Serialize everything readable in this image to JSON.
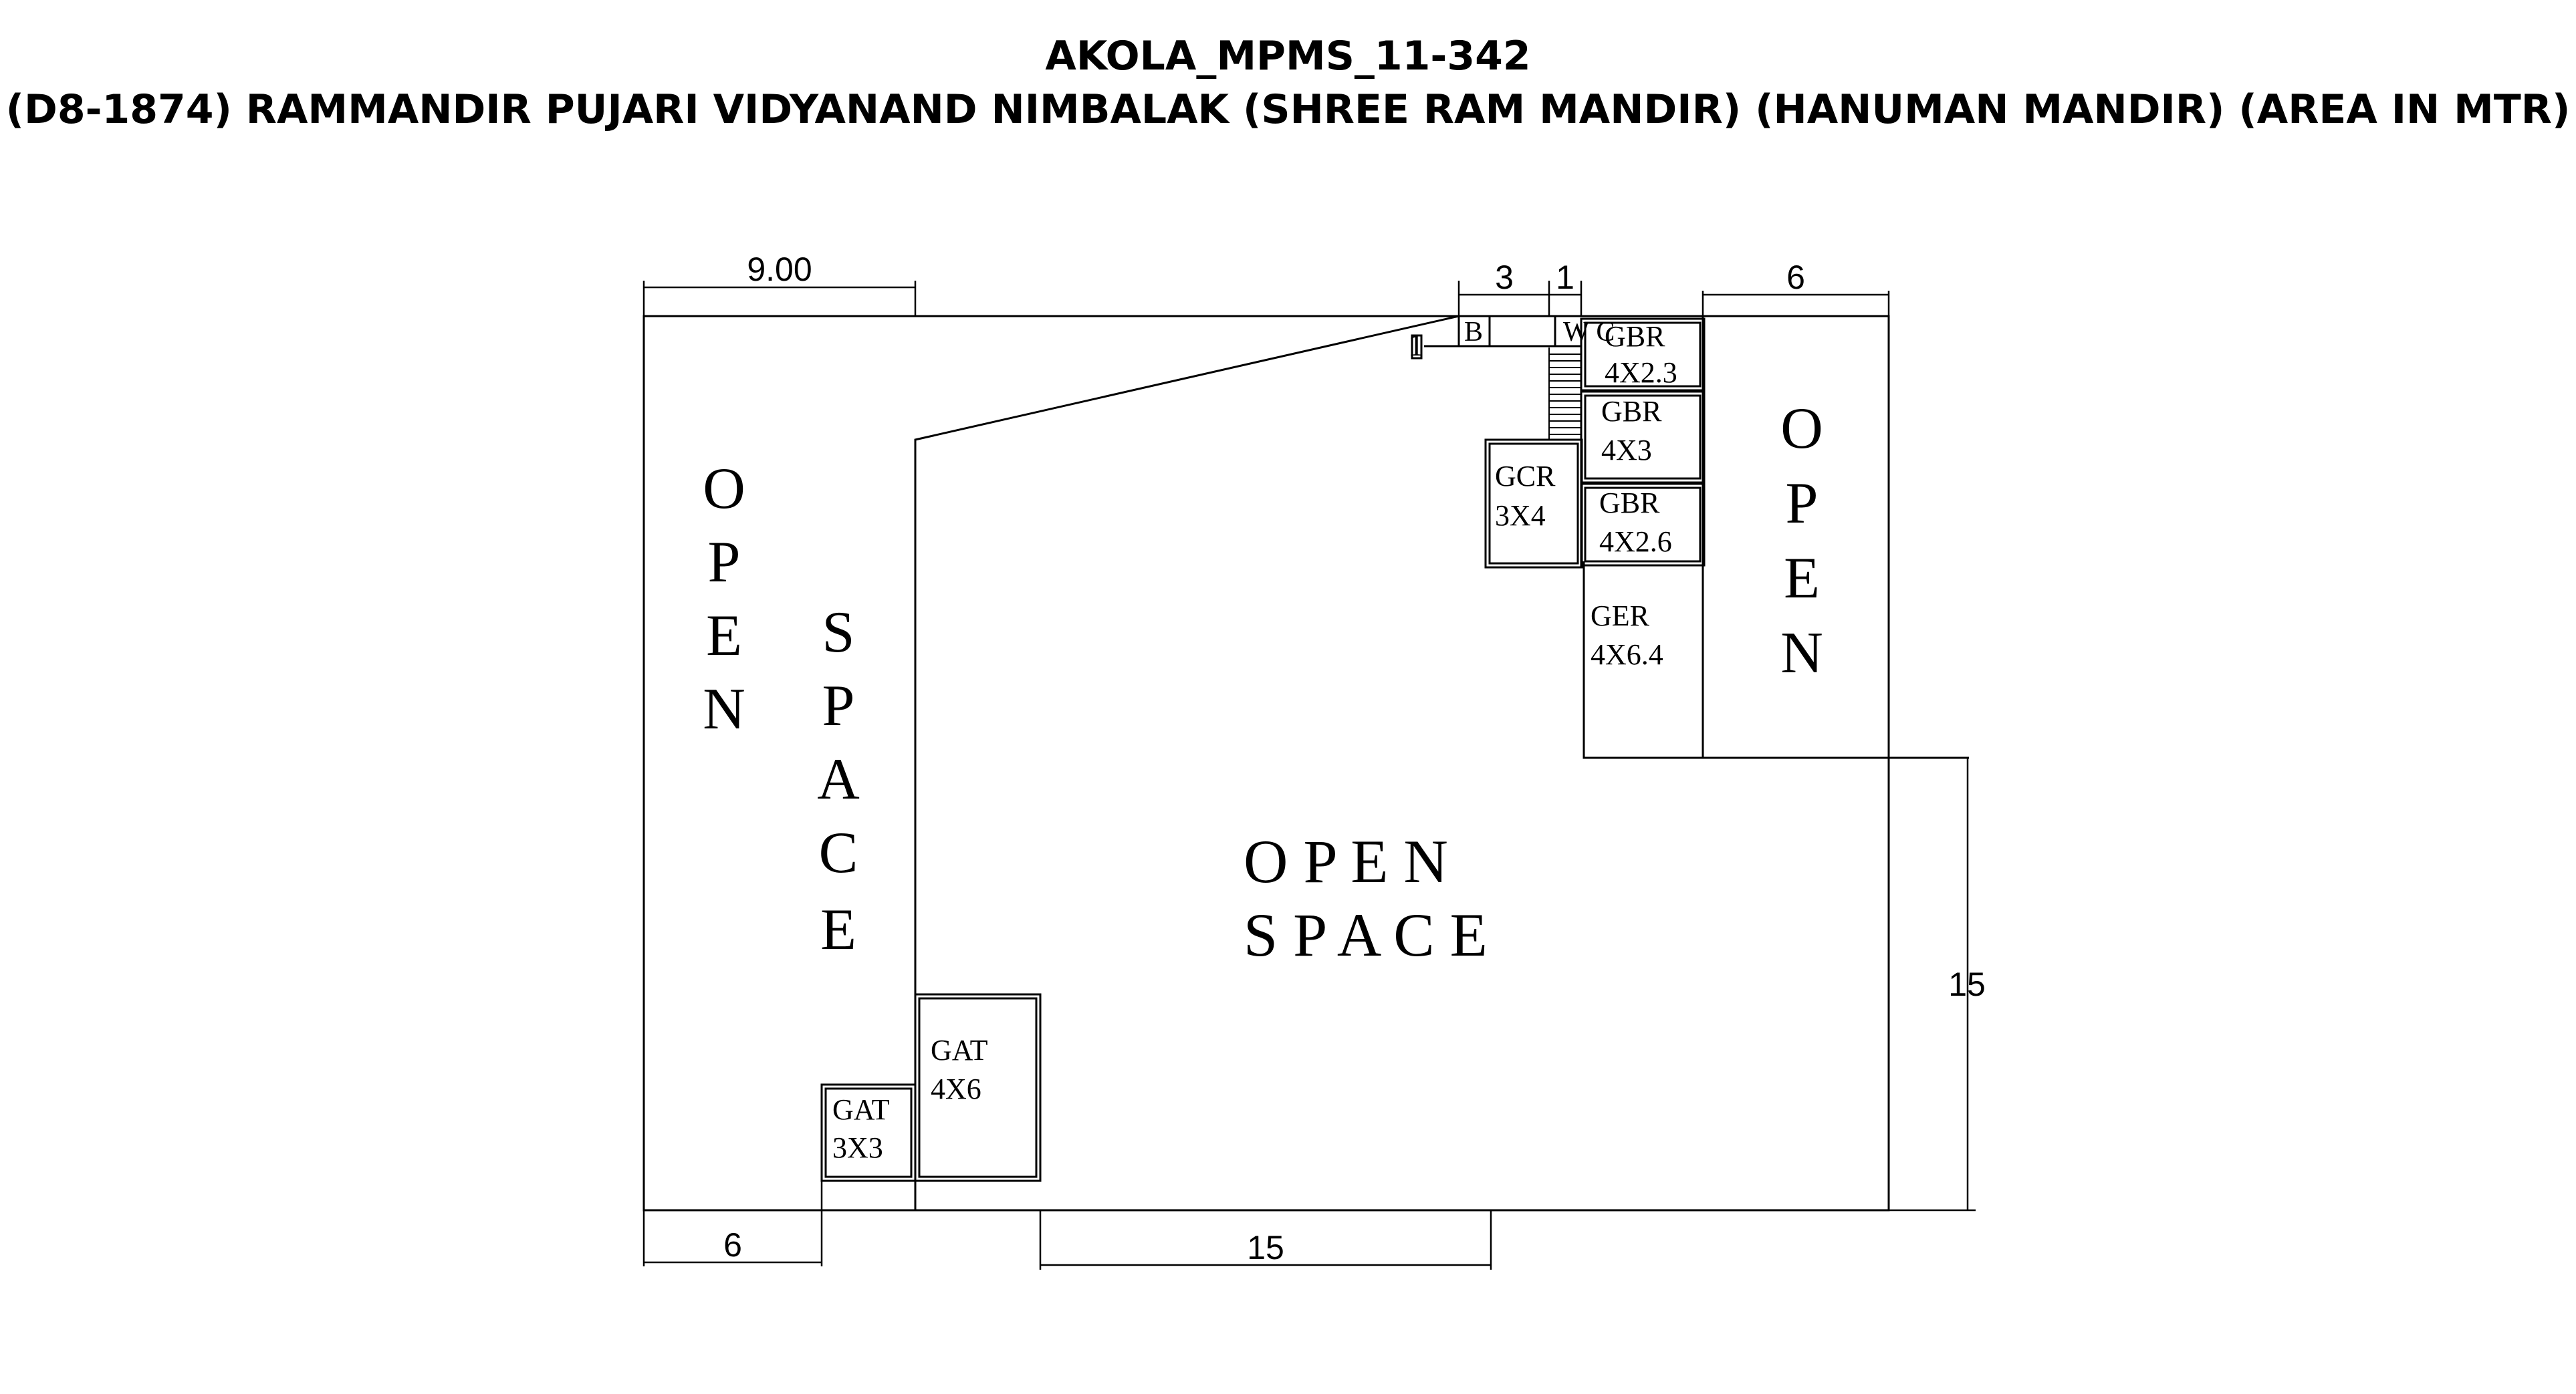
{
  "header": {
    "title": "AKOLA_MPMS_11-342",
    "subtitle": "(D8-1874) RAMMANDIR PUJARI VIDYANAND NIMBALAK (SHREE RAM MANDIR) (HANUMAN MANDIR) (AREA IN MTR)"
  },
  "dimensions": {
    "top_left": "9.00",
    "top_b_width": "3",
    "top_wc_width": "1",
    "top_right": "6",
    "left_small": "1",
    "right_height": "15",
    "bottom_left": "6",
    "bottom_middle": "15"
  },
  "rooms": {
    "gbr1": {
      "name": "GBR",
      "size": "4X2.3"
    },
    "gbr2": {
      "name": "GBR",
      "size": "4X3"
    },
    "gbr3": {
      "name": "GBR",
      "size": "4X2.6"
    },
    "gcr": {
      "name": "GCR",
      "size": "3X4"
    },
    "ger": {
      "name": "GER",
      "size": "4X6.4"
    },
    "gat_large": {
      "name": "GAT",
      "size": "4X6"
    },
    "gat_small": {
      "name": "GAT",
      "size": "3X3"
    },
    "bath": {
      "name": "B"
    },
    "wc": {
      "name": "W C"
    }
  },
  "open_spaces": {
    "left_col1": [
      "O",
      "P",
      "E",
      "N"
    ],
    "left_col2": [
      "S",
      "P",
      "A",
      "C",
      "E"
    ],
    "right": [
      "O",
      "P",
      "E",
      "N"
    ],
    "center_line1": "O P E N",
    "center_line2": "S P A C E"
  },
  "colors": {
    "line": "#000000",
    "background": "#ffffff"
  }
}
